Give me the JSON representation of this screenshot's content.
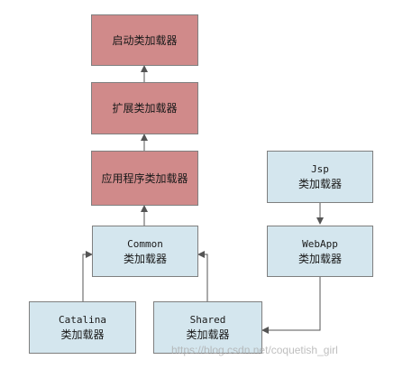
{
  "nodes": {
    "bootstrap": {
      "label": "启动类加载器"
    },
    "extension": {
      "label": "扩展类加载器"
    },
    "application": {
      "label": "应用程序类加载器"
    },
    "common": {
      "name": "Common",
      "label": "类加载器"
    },
    "catalina": {
      "name": "Catalina",
      "label": "类加载器"
    },
    "shared": {
      "name": "Shared",
      "label": "类加载器"
    },
    "jsp": {
      "name": "Jsp",
      "label": "类加载器"
    },
    "webapp": {
      "name": "WebApp",
      "label": "类加载器"
    }
  },
  "colors": {
    "jvm_box_fill": "#d08a8a",
    "tomcat_box_fill": "#d4e6ee",
    "border": "#7f7f7f",
    "arrow": "#555555"
  },
  "watermark": "https://blog.csdn.net/coquetish_girl"
}
